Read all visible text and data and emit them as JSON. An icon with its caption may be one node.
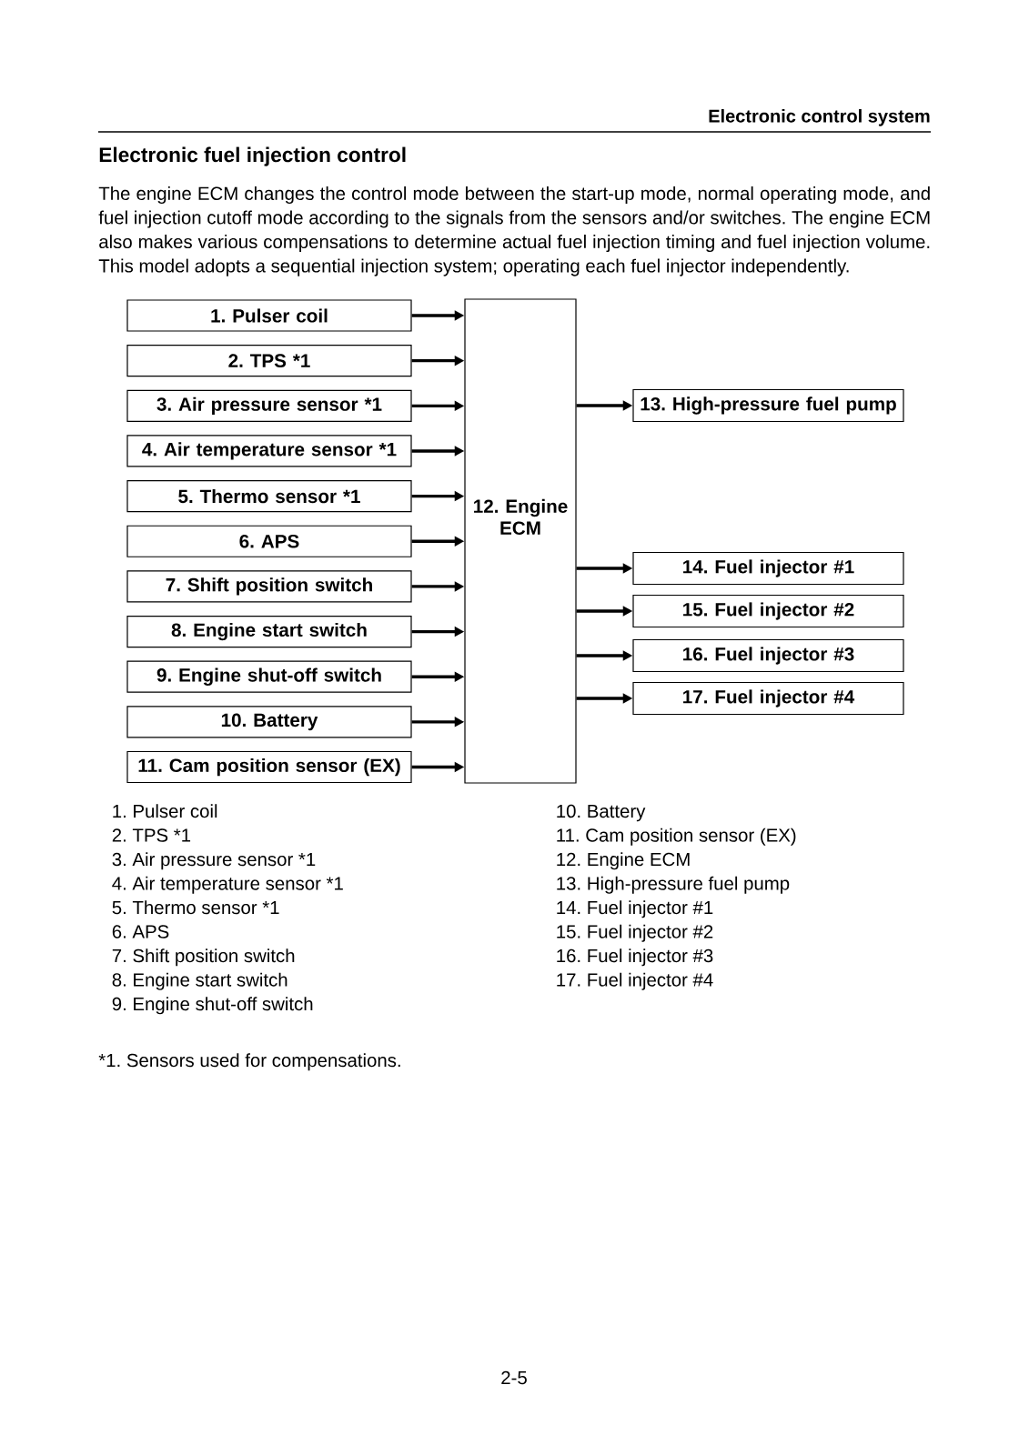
{
  "diagram": {
    "title": "Electronic fuel injection control",
    "nodes": [
      {
        "text": [
          "1. Pulser coil"
        ]
      },
      {
        "text": [
          "2. TPS *1"
        ]
      },
      {
        "text": [
          "3. Air pressure sensor *1"
        ]
      },
      {
        "text": [
          "4. Air temperature sensor *1"
        ]
      },
      {
        "text": [
          "5. Thermo sensor *1"
        ]
      },
      {
        "text": [
          "6. APS"
        ]
      },
      {
        "text": [
          "7. Shift position switch"
        ]
      },
      {
        "text": [
          "8. Engine start switch"
        ]
      },
      {
        "text": [
          "9. Engine shut-off switch"
        ]
      },
      {
        "text": [
          "10. Battery"
        ]
      },
      {
        "text": [
          "11. Cam position sensor (EX)"
        ]
      },
      {
        "text": [
          "12. Engine ECM"
        ]
      },
      {
        "text": [
          "13. High-pressure fuel pump"
        ]
      },
      {
        "text": [
          "14. Fuel injector #1"
        ]
      },
      {
        "text": [
          "15. Fuel injector #2"
        ]
      },
      {
        "text": [
          "16. Fuel injector #3"
        ]
      },
      {
        "text": [
          "17. Fuel injector #4"
        ]
      }
    ],
    "edges": [
      {
        "from": 0,
        "to": 11,
        "arrow": "to"
      },
      {
        "from": 1,
        "to": 11,
        "arrow": "to"
      },
      {
        "from": 2,
        "to": 11,
        "arrow": "to"
      },
      {
        "from": 3,
        "to": 11,
        "arrow": "to"
      },
      {
        "from": 4,
        "to": 11,
        "arrow": "to"
      },
      {
        "from": 5,
        "to": 11,
        "arrow": "to"
      },
      {
        "from": 6,
        "to": 11,
        "arrow": "to"
      },
      {
        "from": 7,
        "to": 11,
        "arrow": "to"
      },
      {
        "from": 8,
        "to": 11,
        "arrow": "to"
      },
      {
        "from": 9,
        "to": 11,
        "arrow": "to"
      },
      {
        "from": 10,
        "to": 11,
        "arrow": "to"
      },
      {
        "from": 11,
        "to": 12,
        "arrow": "to"
      },
      {
        "from": 11,
        "to": 13,
        "arrow": "to"
      },
      {
        "from": 11,
        "to": 14,
        "arrow": "to"
      },
      {
        "from": 11,
        "to": 15,
        "arrow": "to"
      },
      {
        "from": 11,
        "to": 16,
        "arrow": "to"
      }
    ],
    "labels": [
      "Electronic control system",
      "The engine ECM changes the control mode between the start-up mode, normal operating mode, and fuel injection cutoff mode according to the signals from the sensors and/or switches. The engine ECM also makes various compensations to determine actual fuel injection timing and fuel injection volume. This model adopts a sequential injection system; operating each fuel injector independently.",
      "1. Pulser coil",
      "2. TPS *1",
      "3. Air pressure sensor *1",
      "4. Air temperature sensor *1",
      "5. Thermo sensor *1",
      "6. APS",
      "7. Shift position switch",
      "8. Engine start switch",
      "9. Engine shut-off switch",
      "10. Battery",
      "11. Cam position sensor (EX)",
      "12. Engine ECM",
      "13. High-pressure fuel pump",
      "14. Fuel injector #1",
      "15. Fuel injector #2",
      "16. Fuel injector #3",
      "17. Fuel injector #4",
      "*1. Sensors used for compensations.",
      "2-5"
    ]
  }
}
